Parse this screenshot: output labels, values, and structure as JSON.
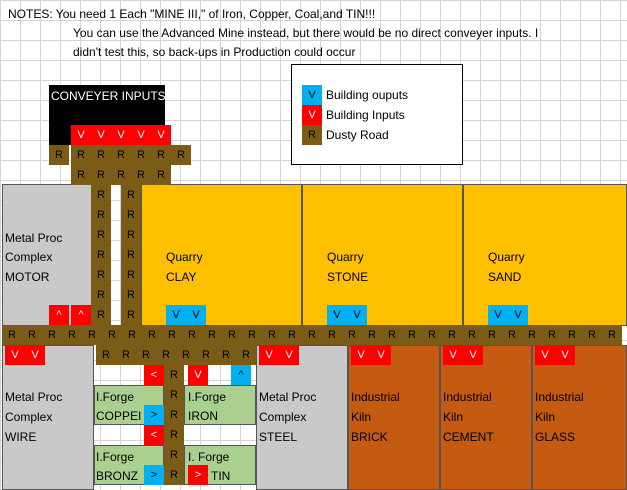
{
  "notes": {
    "line1": "NOTES: You need 1 Each \"MINE III,\" of Iron, Copper, Coal,and TIN!!!",
    "line2": "You can use the Advanced Mine instead, but there would be no direct conveyer inputs. I",
    "line3": "didn't test this, so back-ups in Production could occur"
  },
  "conveyer_title": "CONVEYER INPUTS",
  "legend": {
    "outputs_symbol": "V",
    "outputs_label": "Building ouputs",
    "inputs_symbol": "V",
    "inputs_label": "Building Inputs",
    "road_symbol": "R",
    "road_label": "Dusty Road"
  },
  "symbols": {
    "road": "R",
    "down": "V",
    "up": "^",
    "left": "<",
    "right": ">"
  },
  "buildings": {
    "motor": {
      "l1": "Metal Proc",
      "l2": "Complex",
      "l3": "MOTOR"
    },
    "clay": {
      "l1": "Quarry",
      "l2": "CLAY"
    },
    "stone": {
      "l1": "Quarry",
      "l2": "STONE"
    },
    "sand": {
      "l1": "Quarry",
      "l2": "SAND"
    },
    "wire": {
      "l1": "Metal Proc",
      "l2": "Complex",
      "l3": "WIRE"
    },
    "forge_copper": {
      "l1": "I.Forge",
      "l2": "COPPEI"
    },
    "forge_iron": {
      "l1": "I.Forge",
      "l2": "IRON"
    },
    "forge_bronze": {
      "l1": "I.Forge",
      "l2": "BRONZ"
    },
    "forge_tin": {
      "l1": "I. Forge",
      "l2": "TIN"
    },
    "steel": {
      "l1": "Metal Proc",
      "l2": "Complex",
      "l3": "STEEL"
    },
    "brick": {
      "l1": "Industrial",
      "l2": "Kiln",
      "l3": "BRICK"
    },
    "cement": {
      "l1": "Industrial",
      "l2": "Kiln",
      "l3": "CEMENT"
    },
    "glass": {
      "l1": "Industrial",
      "l2": "Kiln",
      "l3": "GLASS"
    }
  },
  "colors": {
    "road": "#7b5c16",
    "input": "#ff0000",
    "output": "#00b0f0",
    "metal_proc": "#c9c9c9",
    "quarry": "#ffc000",
    "kiln": "#c55a11",
    "forge": "#a9d08e"
  }
}
